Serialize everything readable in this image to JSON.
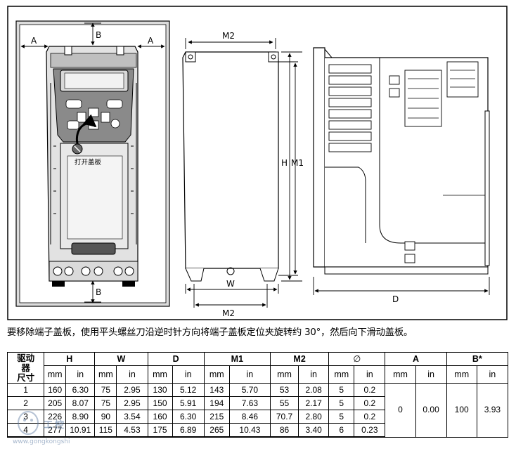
{
  "figure": {
    "labels": {
      "a": "A",
      "b": "B",
      "m2": "M2",
      "h": "H",
      "m1": "M1",
      "w": "W",
      "d": "D",
      "open_cover": "打开盖板"
    }
  },
  "caption": "要移除端子盖板，使用平头螺丝刀沿逆时针方向将端子盖板定位夹旋转约 30°，然后向下滑动盖板。",
  "table": {
    "size_header": [
      "驱动",
      "器",
      "尺寸"
    ],
    "group_headers": [
      "H",
      "W",
      "D",
      "M1",
      "M2",
      "∅",
      "A",
      "B*"
    ],
    "units": [
      "mm",
      "in"
    ],
    "rows": [
      {
        "size": "1",
        "cells": [
          "160",
          "6.30",
          "75",
          "2.95",
          "130",
          "5.12",
          "143",
          "5.70",
          "53",
          "2.08",
          "5",
          "0.2"
        ]
      },
      {
        "size": "2",
        "cells": [
          "205",
          "8.07",
          "75",
          "2.95",
          "150",
          "5.91",
          "194",
          "7.63",
          "55",
          "2.17",
          "5",
          "0.2"
        ]
      },
      {
        "size": "3",
        "cells": [
          "226",
          "8.90",
          "90",
          "3.54",
          "160",
          "6.30",
          "215",
          "8.46",
          "70.7",
          "2.80",
          "5",
          "0.2"
        ]
      },
      {
        "size": "4",
        "cells": [
          "277",
          "10.91",
          "115",
          "4.53",
          "175",
          "6.89",
          "265",
          "10.43",
          "86",
          "3.40",
          "6",
          "0.23"
        ]
      }
    ],
    "shared": {
      "a_mm": "0",
      "a_in": "0.00",
      "b_mm": "100",
      "b_in": "3.93"
    }
  },
  "watermark": {
    "text": "工控",
    "url": "www.gongkongshi"
  }
}
